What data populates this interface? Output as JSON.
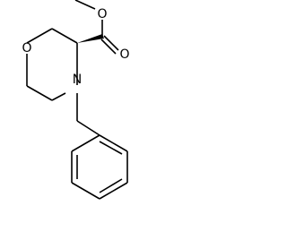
{
  "atoms": {
    "ring_oxygen": "O",
    "ring_nitrogen": "N",
    "carbonyl_oxygen": "O",
    "ester_oxygen": "O"
  },
  "colors": {
    "bond": "#000000",
    "background": "#ffffff"
  }
}
